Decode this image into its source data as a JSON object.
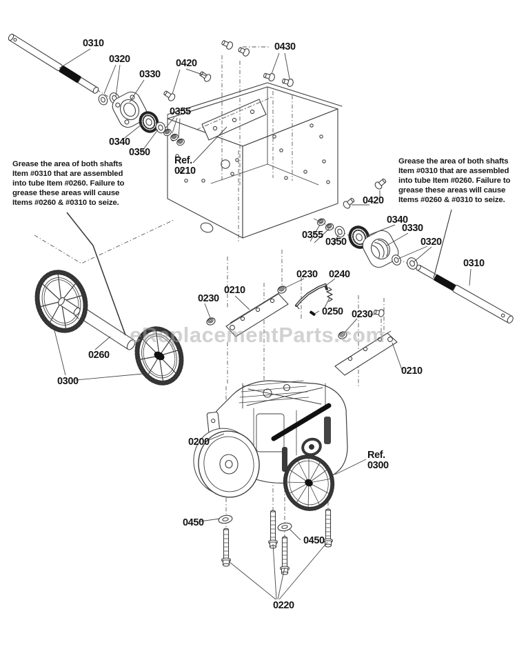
{
  "watermark": "eReplacementParts.com",
  "notes": {
    "left": "Grease the area of both shafts\nItem #0310 that are assembled\ninto tube Item #0260.  Failure to\ngrease these areas will cause\nItems #0260 & #0310 to seize.",
    "right": "Grease the area of both shafts\nItem #0310 that are assembled\ninto tube Item #0260.  Failure to\ngrease these areas will cause\nItems #0260 & #0310 to seize."
  },
  "labels": [
    {
      "text": "0310"
    },
    {
      "text": "0320"
    },
    {
      "text": "0330"
    },
    {
      "text": "0420"
    },
    {
      "text": "0430"
    },
    {
      "text": "0355"
    },
    {
      "text": "0340"
    },
    {
      "text": "0350"
    },
    {
      "text": "Ref.\n0210"
    },
    {
      "text": "0420"
    },
    {
      "text": "0340"
    },
    {
      "text": "0330"
    },
    {
      "text": "0355"
    },
    {
      "text": "0350"
    },
    {
      "text": "0320"
    },
    {
      "text": "0310"
    },
    {
      "text": "0230"
    },
    {
      "text": "0210"
    },
    {
      "text": "0230"
    },
    {
      "text": "0240"
    },
    {
      "text": "0250"
    },
    {
      "text": "0230"
    },
    {
      "text": "0210"
    },
    {
      "text": "0260"
    },
    {
      "text": "0300"
    },
    {
      "text": "0200"
    },
    {
      "text": "Ref.\n0300"
    },
    {
      "text": "0450"
    },
    {
      "text": "0450"
    },
    {
      "text": "0220"
    }
  ]
}
